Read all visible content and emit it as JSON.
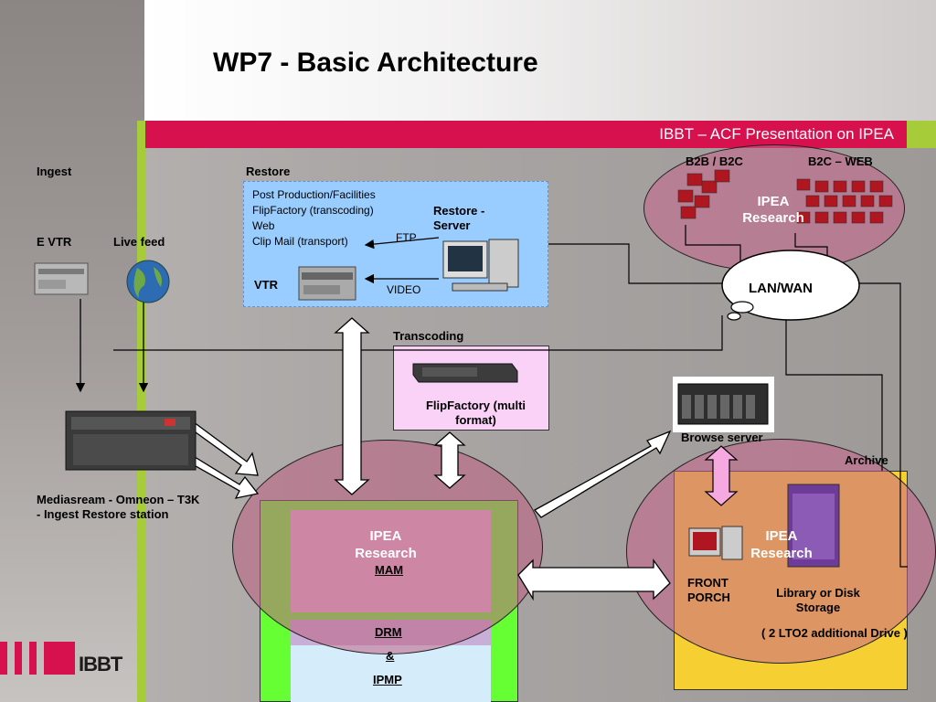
{
  "header": {
    "title": "WP7 - Basic Architecture",
    "subtitle": "IBBT – ACF Presentation on IPEA"
  },
  "ingest": {
    "heading": "Ingest",
    "evtr": "E VTR",
    "live_feed": "Live feed",
    "station": "Mediasream - Omneon – T3K - Ingest Restore station"
  },
  "restore": {
    "heading": "Restore",
    "lines": [
      "Post Production/Facilities",
      "FlipFactory (transcoding)",
      "Web",
      "Clip Mail (transport)"
    ],
    "server": "Restore - Server",
    "ftp": "FTP",
    "vtr": "VTR",
    "video": "VIDEO"
  },
  "transcoding": {
    "heading": "Transcoding",
    "box_text": "FlipFactory (multi format)"
  },
  "network": {
    "b2b": "B2B / B2C",
    "b2c": "B2C – WEB",
    "ipea_research": "IPEA Research",
    "lanwan": "LAN/WAN"
  },
  "core": {
    "ipea_research": "IPEA Research",
    "mam": "MAM",
    "drm": "DRM",
    "amp": "&",
    "ipmp": "IPMP"
  },
  "archive": {
    "browse_server": "Browse server",
    "heading": "Archive",
    "ipea_research": "IPEA Research",
    "front_porch": "FRONT PORCH",
    "library": "Library  or Disk Storage",
    "lto": "( 2 LTO2 additional Drive )"
  },
  "logo": {
    "text": "IBBT"
  },
  "colors": {
    "accent_red": "#d6114e",
    "lime": "#a6cc3a",
    "restore_blue": "#99ccff",
    "core_green": "#66ff33",
    "archive_yellow": "#f6d033",
    "ellipse_pink": "#c8648c"
  }
}
